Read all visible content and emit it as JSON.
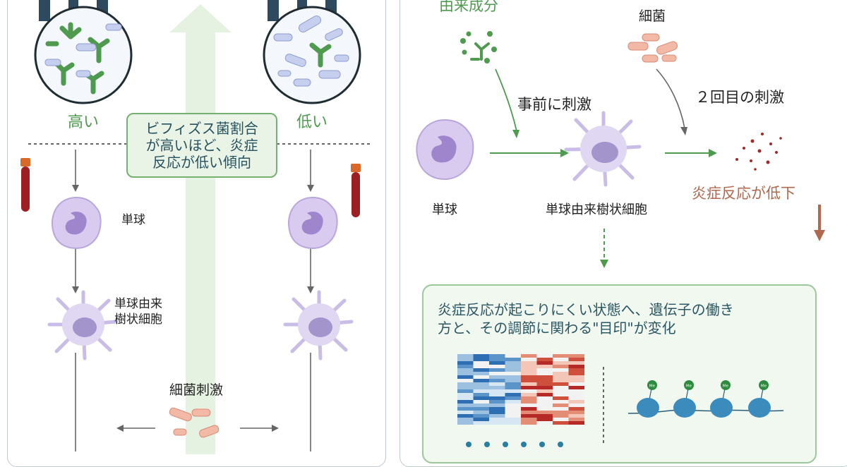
{
  "left": {
    "level_high": "高い",
    "level_low": "低い",
    "callout": [
      "ビフィズス菌割合",
      "が高いほど、炎症",
      "反応が低い傾向"
    ],
    "monocyte": "単球",
    "dendritic": [
      "単球由来",
      "樹状細胞"
    ],
    "bacterial_stimulation": "細菌刺激"
  },
  "right": {
    "derived_component": "由来成分",
    "bacteria": "細菌",
    "pre_stimulation": "事前に刺激",
    "second_stimulation": "２回目の刺激",
    "monocyte": "単球",
    "dendritic": "単球由来樹状細胞",
    "inflammation_decrease": "炎症反応が低下",
    "result": [
      "炎症反応が起こりにくい状態へ、遺伝子の働き",
      "方と、その調節に関わる\"目印\"が変化"
    ],
    "methyl_tag": "Me"
  },
  "colors": {
    "green": "#4f9a50",
    "teal_text": "#2a5763",
    "brown": "#b0684f",
    "cell_purple": "#c9b8e4",
    "column_navy": "#2e4a5e"
  }
}
